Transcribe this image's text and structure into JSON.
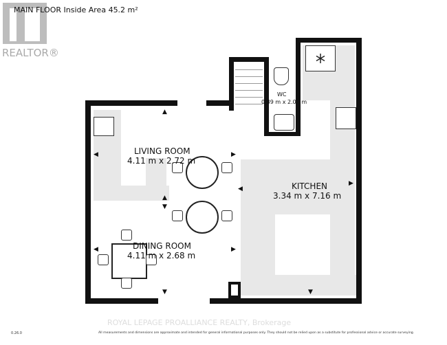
{
  "title": "MAIN FLOOR Inside Area 45.2 m²",
  "logo": {
    "text": "REALTOR®"
  },
  "rooms": [
    {
      "name": "LIVING ROOM",
      "dims": "4.11 m x 2.72 m"
    },
    {
      "name": "KITCHEN",
      "dims": "3.34 m x 7.16 m"
    },
    {
      "name": "DINING ROOM",
      "dims": "4.11 m x 2.68 m"
    },
    {
      "name": "WC",
      "dims": "0.89 m x 2.07 m"
    }
  ],
  "footer": {
    "version": "0.26.0",
    "watermark": "ROYAL LEPAGE PROALLIANCE REALTY, Brokerage",
    "disclaimer": "All measurements and dimensions are approximate and intended for general informational purposes only. They should not be relied upon as a substitute for professional advice or accurate surveying."
  }
}
